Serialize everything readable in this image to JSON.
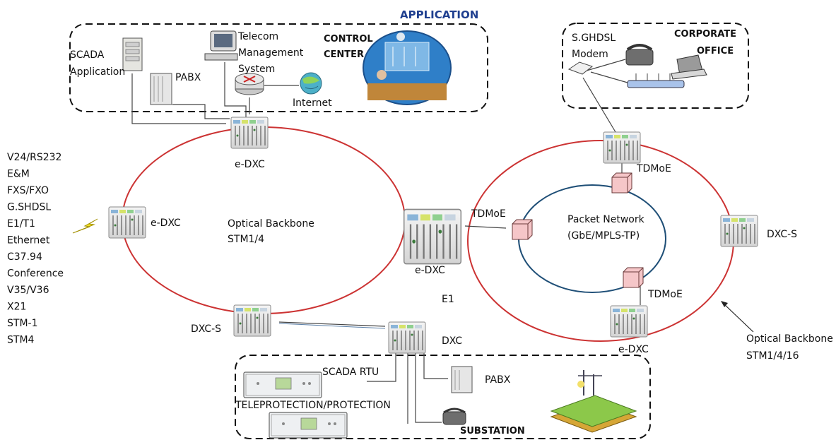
{
  "header": {
    "title": "APPLICATION"
  },
  "control_center": {
    "label_line1": "CONTROL",
    "label_line2": "CENTER",
    "scada_line1": "SCADA",
    "scada_line2": "Application",
    "pabx": "PABX",
    "tms_line1": "Telecom",
    "tms_line2": "Management",
    "tms_line3": "System",
    "internet": "Internet"
  },
  "corporate_office": {
    "label_line1": "CORPORATE",
    "label_line2": "OFFICE",
    "modem_line1": "S.GHDSL",
    "modem_line2": "Modem"
  },
  "substation": {
    "label": "SUBSTATION",
    "scada_rtu": "SCADA RTU",
    "teleprotection": "TELEPROTECTION/PROTECTION",
    "pabx": "PABX"
  },
  "interfaces": [
    "V24/RS232",
    "E&M",
    "FXS/FXO",
    "G.SHDSL",
    "E1/T1",
    "Ethernet",
    "C37.94",
    "Conference",
    "V35/V36",
    "X21",
    "STM-1",
    "STM4"
  ],
  "nodes": {
    "edxc_top": "e-DXC",
    "edxc_left": "e-DXC",
    "edxc_center": "e-DXC",
    "edxc_bottom_right": "e-DXC",
    "dxcs_bottom_left": "DXC-S",
    "dxcs_right": "DXC-S",
    "dxc_bottom": "DXC"
  },
  "rings": {
    "left_line1": "Optical Backbone",
    "left_line2": "STM1/4",
    "packet_line1": "Packet Network",
    "packet_line2": "(GbE/MPLS-TP)",
    "right_line1": "Optical Backbone",
    "right_line2": "STM1/4/16"
  },
  "links": {
    "tdmoe_top": "TDMoE",
    "tdmoe_left": "TDMoE",
    "tdmoe_bottom": "TDMoE",
    "e1": "E1"
  },
  "colors": {
    "ring_red": "#cc3333",
    "ring_blue": "#1f4f77",
    "title_blue": "#1f3f8f",
    "device_gray": "#e8e8e8",
    "switch_pink": "#f5c6c8"
  }
}
